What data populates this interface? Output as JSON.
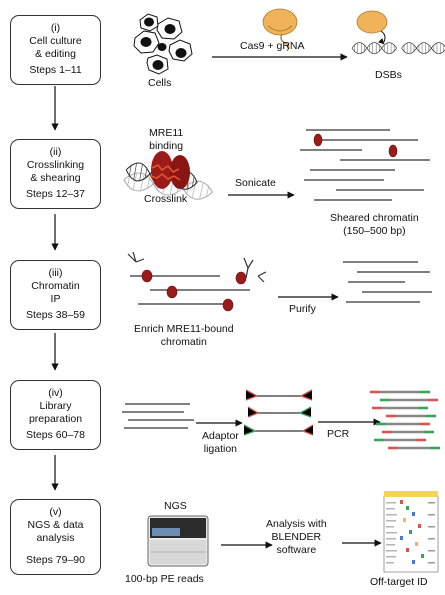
{
  "stages": [
    {
      "num": "(i)",
      "title_lines": [
        "Cell culture",
        "& editing"
      ],
      "steps": "Steps 1–11"
    },
    {
      "num": "(ii)",
      "title_lines": [
        "Crosslinking",
        "& shearing"
      ],
      "steps": "Steps 12–37"
    },
    {
      "num": "(iii)",
      "title_lines": [
        "Chromatin",
        "IP"
      ],
      "steps": "Steps 38–59"
    },
    {
      "num": "(iv)",
      "title_lines": [
        "Library",
        "preparation"
      ],
      "steps": "Steps 60–78"
    },
    {
      "num": "(v)",
      "title_lines": [
        "NGS & data",
        "analysis"
      ],
      "steps": "Steps 79–90"
    }
  ],
  "labels": {
    "cells": "Cells",
    "cas9": "Cas9 + gRNA",
    "dsbs": "DSBs",
    "mre11_binding": [
      "MRE11",
      "binding"
    ],
    "crosslink": "Crosslink",
    "sonicate": "Sonicate",
    "sheared": [
      "Sheared chromatin",
      "(150–500 bp)"
    ],
    "enrich": [
      "Enrich MRE11-bound",
      "chromatin"
    ],
    "purify": "Purify",
    "adaptor": [
      "Adaptor",
      "ligation"
    ],
    "pcr": "PCR",
    "ngs": "NGS",
    "reads": "100-bp PE reads",
    "analysis": [
      "Analysis with",
      "BLENDER",
      "software"
    ],
    "offtarget": "Off-target ID"
  },
  "colors": {
    "mre11": "#9b1b1b",
    "cas9": "#f0b35a",
    "adaptor_red": "#d9534f",
    "adaptor_green": "#3aa35a",
    "arrow": "#111111"
  }
}
